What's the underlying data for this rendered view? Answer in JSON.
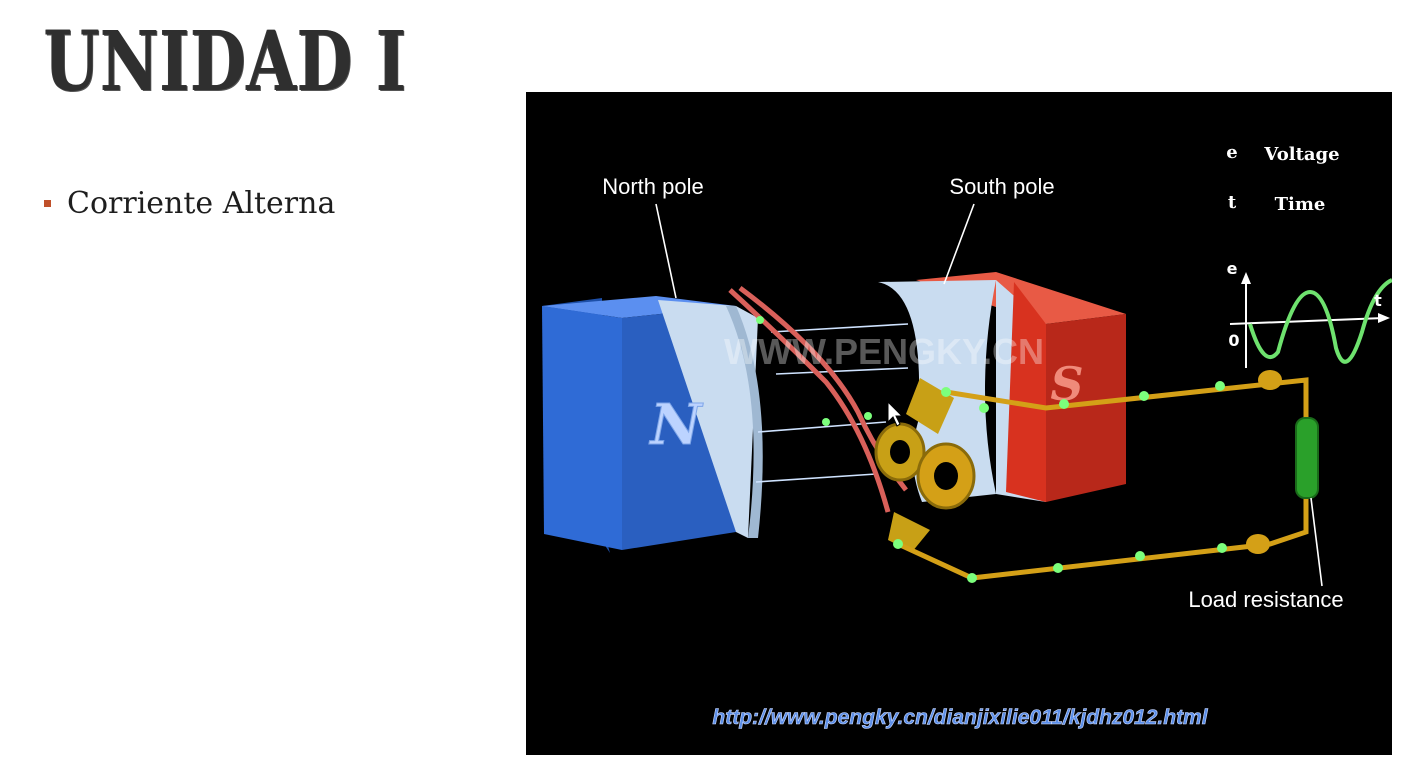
{
  "slide": {
    "title": "UNIDAD I",
    "bullets": [
      "Corriente Alterna"
    ],
    "colors": {
      "bullet_marker": "#c0502a",
      "title": "#2f2f2f"
    }
  },
  "figure": {
    "labels": {
      "north_pole": "North pole",
      "south_pole": "South pole",
      "load_resistance": "Load resistance",
      "n": "N",
      "s": "S"
    },
    "legend": {
      "e_symbol": "e",
      "e_text": "Voltage",
      "t_symbol": "t",
      "t_text": "Time"
    },
    "graph": {
      "y_label": "e",
      "x_label": "t",
      "origin": "0"
    },
    "watermark": "WWW.PENGKY.CN",
    "source_url": "http://www.pengky.cn/dianjixilie011/kjdhz012.html",
    "colors": {
      "north_magnet": "#2f6bd6",
      "south_magnet": "#d8321f",
      "pole_face": "#bcd3ea",
      "wire": "#d4a017",
      "resistor": "#2aa02a",
      "sine": "#6ee26e",
      "url": "#5b8ee8"
    }
  }
}
